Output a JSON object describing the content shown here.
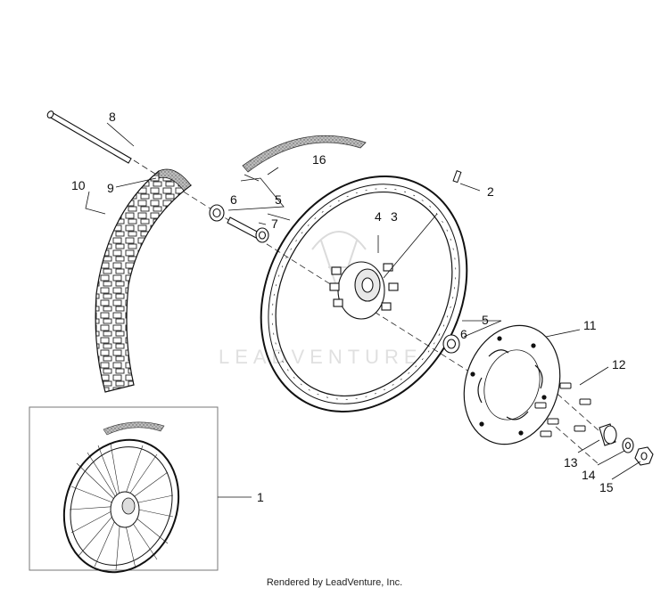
{
  "diagram": {
    "callouts": {
      "c1": "1",
      "c2": "2",
      "c3": "3",
      "c4": "4",
      "c5a": "5",
      "c5b": "5",
      "c6a": "6",
      "c6b": "6",
      "c7": "7",
      "c8": "8",
      "c9": "9",
      "c10": "10",
      "c11": "11",
      "c12": "12",
      "c13": "13",
      "c14": "14",
      "c15": "15",
      "c16": "16"
    },
    "watermark": "LEADVENTURE",
    "credit": "Rendered by LeadVenture, Inc."
  },
  "colors": {
    "line": "#111111",
    "tire": "#cfcfcf",
    "rim_band": "#9a9a9a"
  }
}
